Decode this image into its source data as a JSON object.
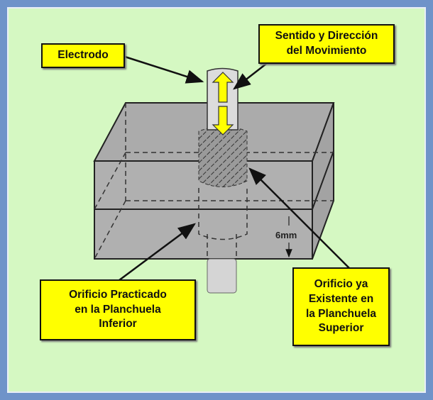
{
  "labels": {
    "electrode": "Electrodo",
    "movement": [
      "Sentido y Dirección",
      "del Movimiento"
    ],
    "drilled_hole": [
      "Orificio Practicado",
      "en la Planchuela",
      "Inferior"
    ],
    "existing_hole": [
      "Orificio ya",
      "Existente en",
      "la Planchuela",
      "Superior"
    ],
    "thickness": "6mm"
  },
  "colors": {
    "background": "#d5f8c2",
    "label": "#ffff00",
    "block": "#a9a9a9",
    "frame": "#6f93c9"
  }
}
